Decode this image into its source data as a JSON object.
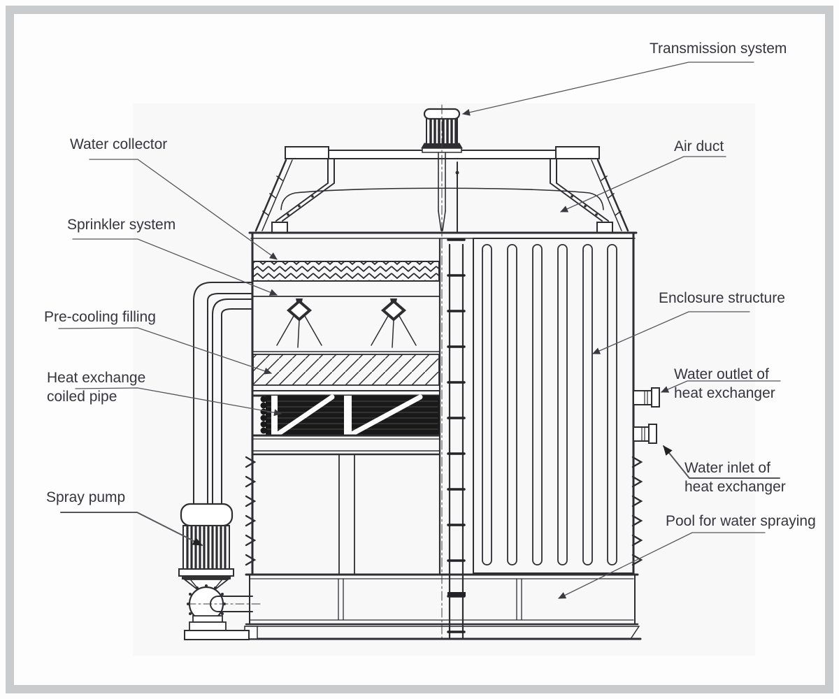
{
  "figure_type": "cooling-tower-structure-diagram",
  "colors": {
    "line": "#2e2e32",
    "text": "#35353d",
    "frame_border": "#c9cbcd",
    "background": "#fdfdfe",
    "coil_fill": "#191919",
    "leader": "#55555c"
  },
  "labels": {
    "transmission_system": "Transmission system",
    "air_duct": "Air duct",
    "water_collector": "Water collector",
    "sprinkler_system": "Sprinkler system",
    "pre_cooling_filling": "Pre-cooling filling",
    "heat_exchange_coiled_pipe_line1": "Heat exchange",
    "heat_exchange_coiled_pipe_line2": "coiled pipe",
    "spray_pump": "Spray pump",
    "enclosure_structure": "Enclosure structure",
    "water_outlet_line1": "Water outlet of",
    "water_outlet_line2": "heat exchanger",
    "water_inlet_line1": "Water inlet of",
    "water_inlet_line2": "heat exchanger",
    "pool_for_water_spraying": "Pool for water spraying"
  }
}
